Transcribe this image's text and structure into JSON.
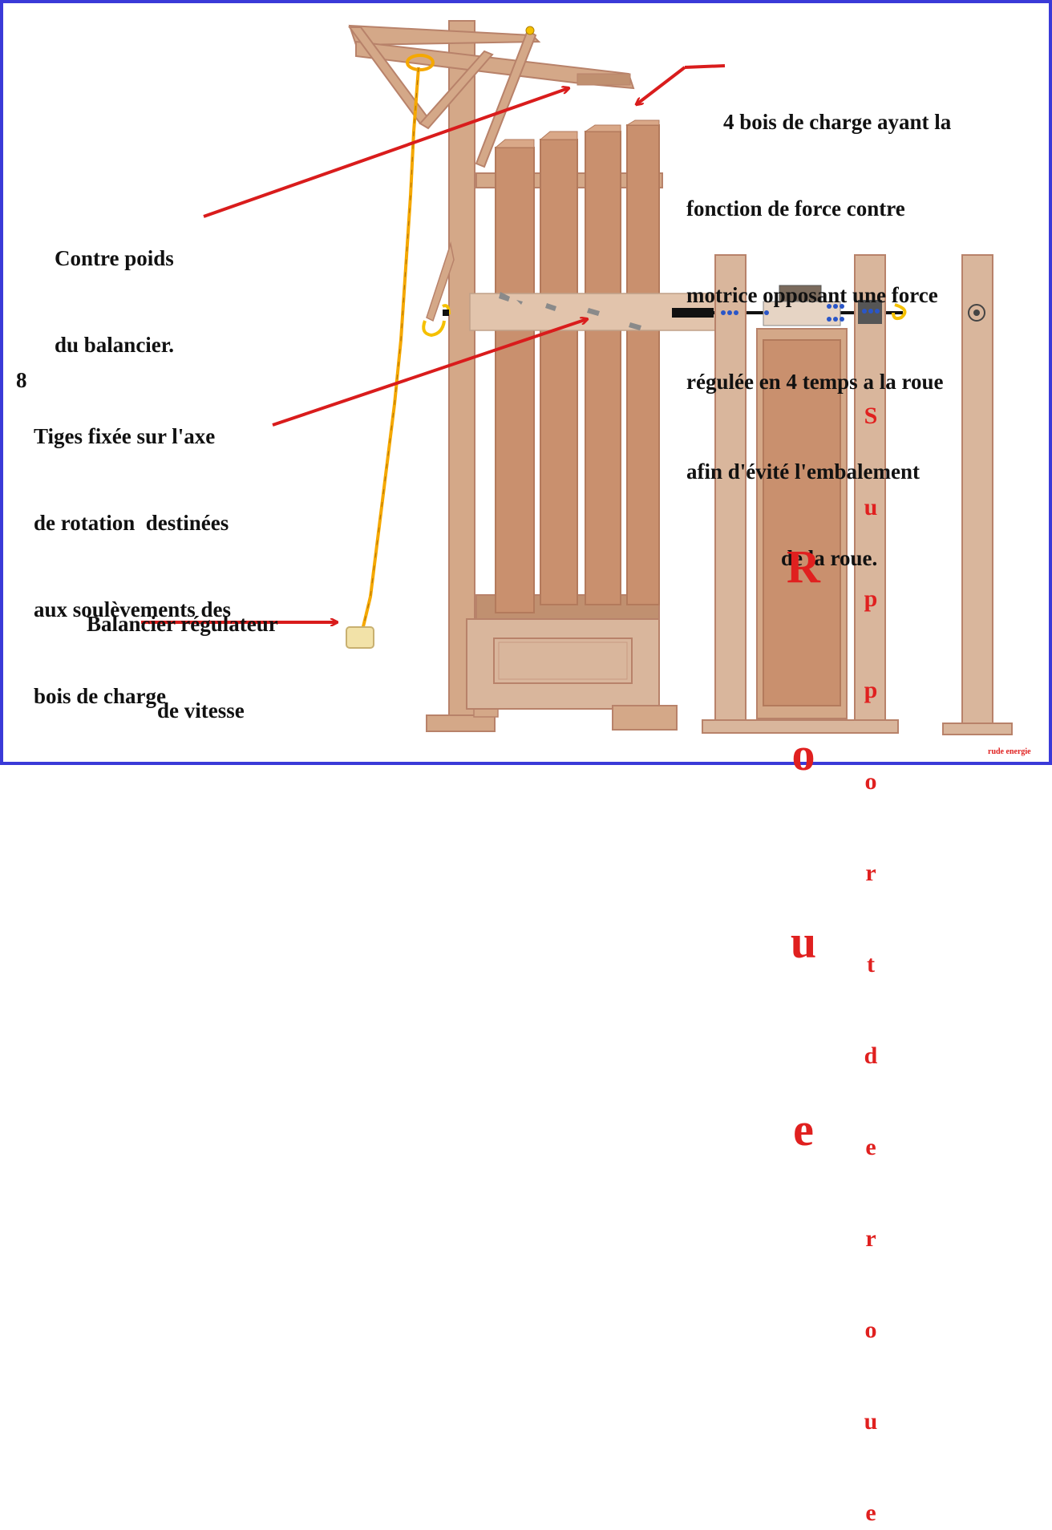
{
  "labels": {
    "top_right": [
      "4 bois de charge ayant la",
      "fonction de force contre",
      "motrice opposant une force",
      "régulée en 4 temps a la roue",
      "afin d'évité l'embalement",
      "de la roue."
    ],
    "counterweight": [
      "Contre poids",
      "du balancier."
    ],
    "rods_number": "8",
    "rods": [
      "Tiges fixée sur l'axe",
      "de rotation  destinées",
      "aux soulèvements des",
      "bois de charge"
    ],
    "pendulum": [
      "Balancier régulateur",
      "de vitesse"
    ],
    "wheel_letters": [
      "R",
      "o",
      "u",
      "e"
    ],
    "support_letters": [
      "S",
      "u",
      "p",
      "p",
      "o",
      "r",
      "t",
      "d",
      "e",
      "r",
      "o",
      "u",
      "e"
    ],
    "credit": "rude energie"
  },
  "colors": {
    "frame_border": "#3a3ad8",
    "wood": "#d4a888",
    "wood_dark": "#c09070",
    "wood_shadow": "#b8826a",
    "rope": "#f5a800",
    "arrow": "#d91c1c",
    "text_red": "#e0201f"
  }
}
